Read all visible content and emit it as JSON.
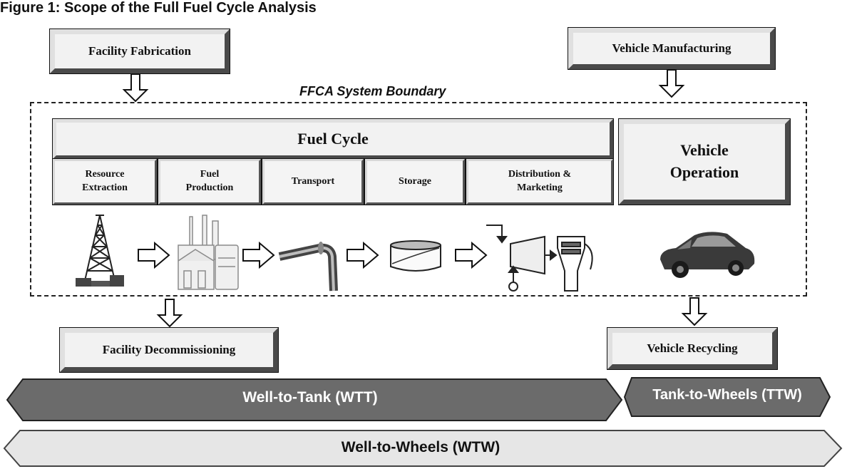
{
  "figure_caption": "Figure 1: Scope of the Full Fuel Cycle Analysis",
  "boundary_label": "FFCA System Boundary",
  "boxes": {
    "facility_fabrication": "Facility Fabrication",
    "vehicle_manufacturing": "Vehicle Manufacturing",
    "facility_decommissioning": "Facility Decommissioning",
    "vehicle_recycling": "Vehicle Recycling",
    "fuel_cycle": "Fuel Cycle",
    "vehicle_operation": "Vehicle Operation"
  },
  "stages": [
    {
      "line1": "Resource",
      "line2": "Extraction"
    },
    {
      "line1": "Fuel",
      "line2": "Production"
    },
    {
      "line1": "Transport",
      "line2": ""
    },
    {
      "line1": "Storage",
      "line2": ""
    },
    {
      "line1": "Distribution &",
      "line2": "Marketing"
    }
  ],
  "icons": [
    "oil-derrick-icon",
    "refinery-icon",
    "pipeline-icon",
    "storage-tank-icon",
    "fuel-dispenser-icon",
    "car-icon"
  ],
  "bands": {
    "wtt": "Well-to-Tank (WTT)",
    "ttw": "Tank-to-Wheels (TTW)",
    "wtw": "Well-to-Wheels (WTW)"
  },
  "colors": {
    "wtt_fill": "#6b6b6b",
    "ttw_fill": "#6b6b6b",
    "wtw_fill": "#e6e6e6"
  }
}
